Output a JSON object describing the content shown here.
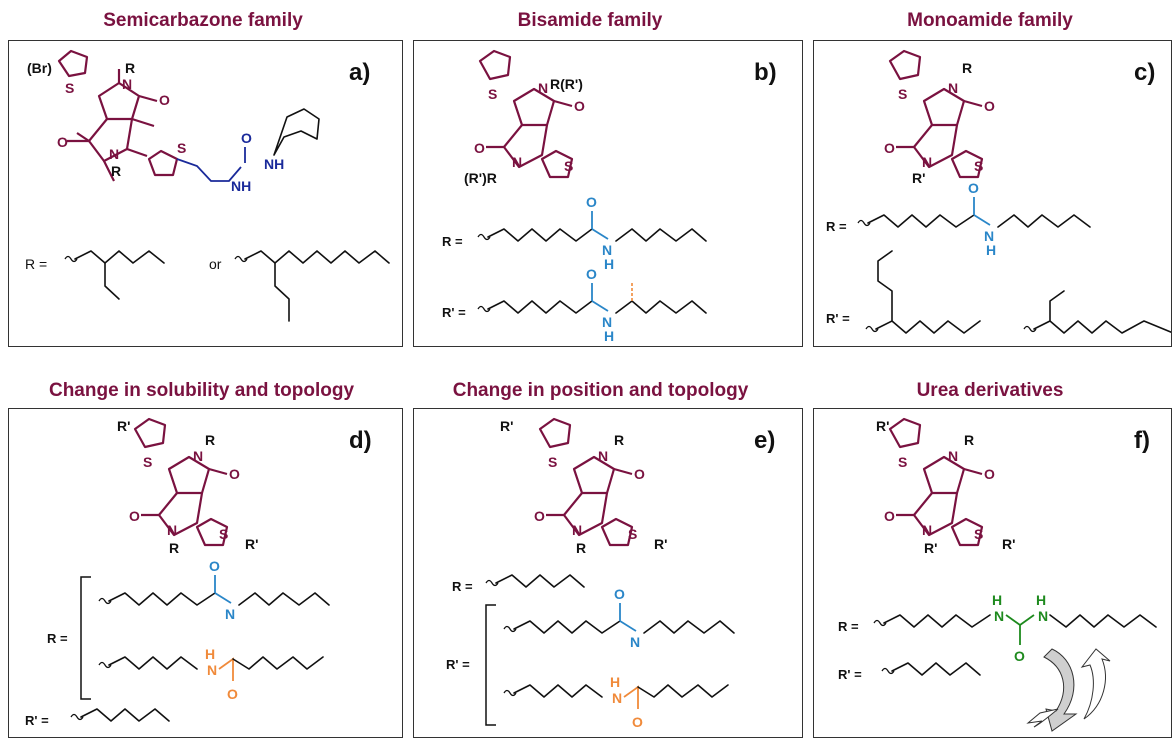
{
  "titles": {
    "a": "Semicarbazone family",
    "b": "Bisamide family",
    "c": "Monoamide family",
    "d": "Change in solubility and topology",
    "e": "Change in position and topology",
    "f": "Urea derivatives"
  },
  "panel_labels": {
    "a": "a)",
    "b": "b)",
    "c": "c)",
    "d": "d)",
    "e": "e)",
    "f": "f)"
  },
  "atoms": {
    "S": "S",
    "N": "N",
    "O": "O",
    "H": "H",
    "NH": "NH",
    "R": "R",
    "Rp": "R'",
    "Br": "(Br)",
    "RRp": "R(R')",
    "RpR": "(R')R"
  },
  "group_labels": {
    "R_eq": "R =",
    "Rp_eq": "R' =",
    "R_eq_plain": "R =",
    "or": "or"
  },
  "colors": {
    "title": "#7a1240",
    "core": "#7a1240",
    "semicarbazone": "#1a2a9a",
    "amide": "#2a86c8",
    "reverse_amide": "#f08a3a",
    "urea": "#1e8a1e",
    "chain": "#111111",
    "arrow_fill": "#cfcfcf"
  },
  "icons": {
    "rotation_arrow": "curved-rotation-arrow-icon"
  }
}
